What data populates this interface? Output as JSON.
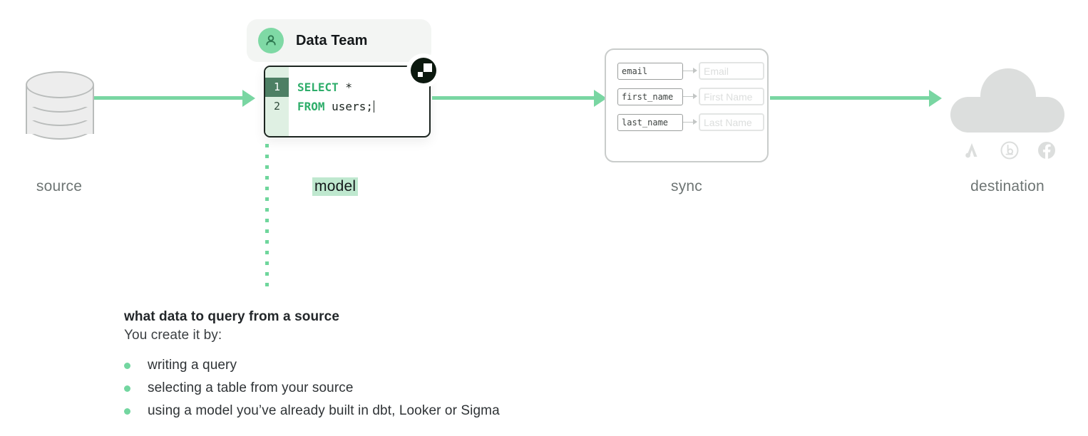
{
  "theme": {
    "green": "#79d6a2",
    "green_dark": "#4d7f64",
    "green_light": "#dff0e3",
    "highlight": "#bfe8cf",
    "gray_label": "#6e7574",
    "ink": "#14181a"
  },
  "flow": {
    "source": {
      "label": "source",
      "icon": "database-icon"
    },
    "model": {
      "label": "model"
    },
    "sync": {
      "label": "sync"
    },
    "destination": {
      "label": "destination",
      "icon": "cloud-icon"
    }
  },
  "team_card": {
    "name": "Data Team",
    "avatar_icon": "person-icon"
  },
  "editor": {
    "badge_icon": "hightouch-logo-icon",
    "lines": [
      {
        "number": "1",
        "keyword": "SELECT",
        "rest": " *",
        "active": true
      },
      {
        "number": "2",
        "keyword": "FROM",
        "rest": " users;",
        "active": false
      }
    ]
  },
  "sync_fields": [
    {
      "source": "email",
      "destination": "Email"
    },
    {
      "source": "first_name",
      "destination": "First Name"
    },
    {
      "source": "last_name",
      "destination": "Last Name"
    }
  ],
  "destination_brands": [
    {
      "name": "google-ads-icon"
    },
    {
      "name": "braze-icon"
    },
    {
      "name": "facebook-icon"
    }
  ],
  "copy": {
    "heading": "what data to query from a source",
    "subheading": "You create it by:",
    "bullets": [
      "writing a query",
      "selecting a table from your source",
      "using a model you’ve already built in dbt, Looker or Sigma"
    ]
  }
}
